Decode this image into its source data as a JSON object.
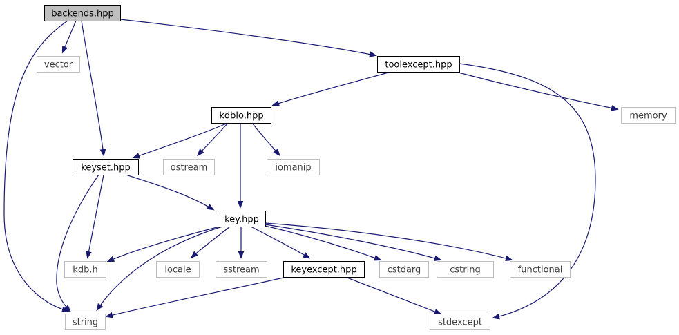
{
  "diagram": {
    "nodes": [
      {
        "id": "backends",
        "label": "backends.hpp",
        "style": "root",
        "fill": "#bfbfbf",
        "stroke": "#000000"
      },
      {
        "id": "vector",
        "label": "vector",
        "style": "system",
        "fill": "#ffffff",
        "stroke": "#bfbfbf"
      },
      {
        "id": "toolexcept",
        "label": "toolexcept.hpp",
        "style": "local",
        "fill": "#ffffff",
        "stroke": "#000000"
      },
      {
        "id": "kdbio",
        "label": "kdbio.hpp",
        "style": "local",
        "fill": "#ffffff",
        "stroke": "#000000"
      },
      {
        "id": "memory",
        "label": "memory",
        "style": "system",
        "fill": "#ffffff",
        "stroke": "#bfbfbf"
      },
      {
        "id": "keyset",
        "label": "keyset.hpp",
        "style": "local",
        "fill": "#ffffff",
        "stroke": "#000000"
      },
      {
        "id": "ostream",
        "label": "ostream",
        "style": "system",
        "fill": "#ffffff",
        "stroke": "#bfbfbf"
      },
      {
        "id": "iomanip",
        "label": "iomanip",
        "style": "system",
        "fill": "#ffffff",
        "stroke": "#bfbfbf"
      },
      {
        "id": "key",
        "label": "key.hpp",
        "style": "local",
        "fill": "#ffffff",
        "stroke": "#000000"
      },
      {
        "id": "kdbh",
        "label": "kdb.h",
        "style": "system",
        "fill": "#ffffff",
        "stroke": "#bfbfbf"
      },
      {
        "id": "locale",
        "label": "locale",
        "style": "system",
        "fill": "#ffffff",
        "stroke": "#bfbfbf"
      },
      {
        "id": "sstream",
        "label": "sstream",
        "style": "system",
        "fill": "#ffffff",
        "stroke": "#bfbfbf"
      },
      {
        "id": "keyexcept",
        "label": "keyexcept.hpp",
        "style": "local",
        "fill": "#ffffff",
        "stroke": "#000000"
      },
      {
        "id": "cstdarg",
        "label": "cstdarg",
        "style": "system",
        "fill": "#ffffff",
        "stroke": "#bfbfbf"
      },
      {
        "id": "cstring",
        "label": "cstring",
        "style": "system",
        "fill": "#ffffff",
        "stroke": "#bfbfbf"
      },
      {
        "id": "functional",
        "label": "functional",
        "style": "system",
        "fill": "#ffffff",
        "stroke": "#bfbfbf"
      },
      {
        "id": "string",
        "label": "string",
        "style": "system",
        "fill": "#ffffff",
        "stroke": "#bfbfbf"
      },
      {
        "id": "stdexcept",
        "label": "stdexcept",
        "style": "system",
        "fill": "#ffffff",
        "stroke": "#bfbfbf"
      }
    ],
    "edges": [
      {
        "from": "backends",
        "to": "vector"
      },
      {
        "from": "backends",
        "to": "toolexcept"
      },
      {
        "from": "backends",
        "to": "keyset"
      },
      {
        "from": "backends",
        "to": "string"
      },
      {
        "from": "toolexcept",
        "to": "kdbio"
      },
      {
        "from": "toolexcept",
        "to": "memory"
      },
      {
        "from": "toolexcept",
        "to": "stdexcept"
      },
      {
        "from": "kdbio",
        "to": "keyset"
      },
      {
        "from": "kdbio",
        "to": "ostream"
      },
      {
        "from": "kdbio",
        "to": "iomanip"
      },
      {
        "from": "kdbio",
        "to": "key"
      },
      {
        "from": "keyset",
        "to": "key"
      },
      {
        "from": "keyset",
        "to": "kdbh"
      },
      {
        "from": "keyset",
        "to": "string"
      },
      {
        "from": "key",
        "to": "kdbh"
      },
      {
        "from": "key",
        "to": "string"
      },
      {
        "from": "key",
        "to": "locale"
      },
      {
        "from": "key",
        "to": "sstream"
      },
      {
        "from": "key",
        "to": "keyexcept"
      },
      {
        "from": "key",
        "to": "cstdarg"
      },
      {
        "from": "key",
        "to": "cstring"
      },
      {
        "from": "key",
        "to": "functional"
      },
      {
        "from": "keyexcept",
        "to": "string"
      },
      {
        "from": "keyexcept",
        "to": "stdexcept"
      }
    ],
    "colors": {
      "edge": "#191970",
      "root_fill": "#bfbfbf",
      "local_stroke": "#000000",
      "system_stroke": "#bfbfbf",
      "system_text": "#404040"
    }
  }
}
